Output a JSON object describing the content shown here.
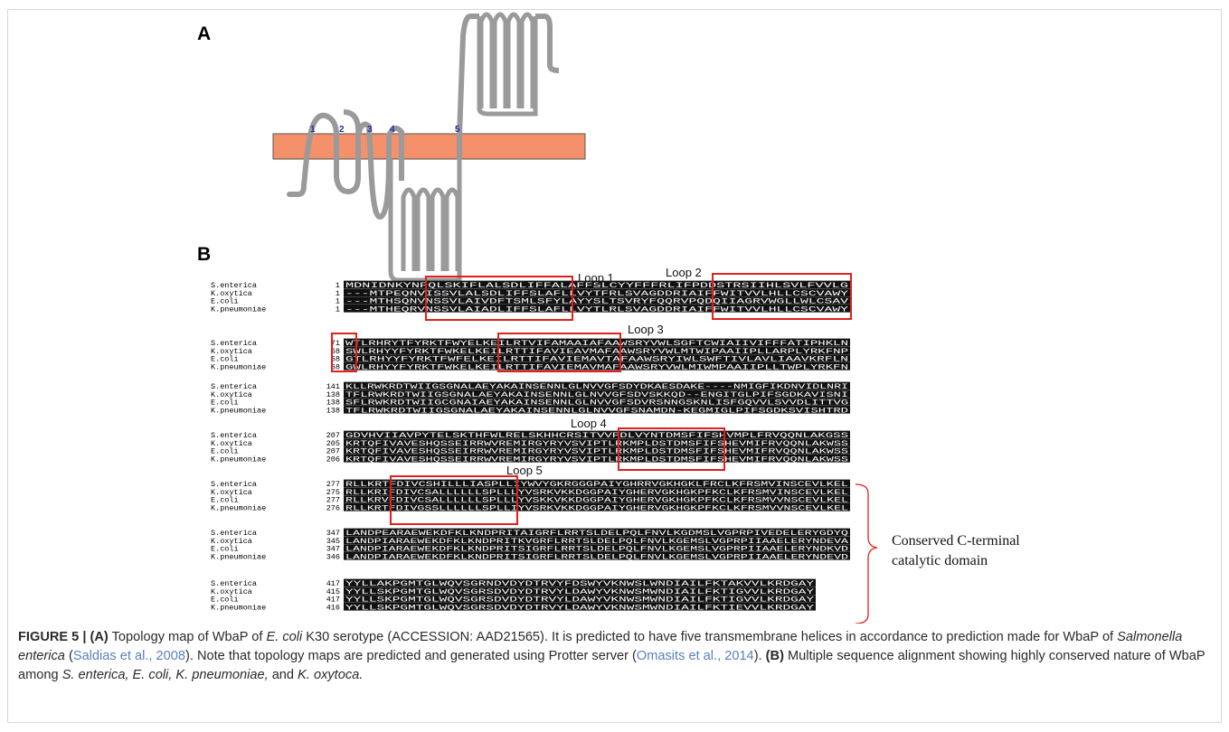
{
  "panel_a": {
    "label": "A",
    "helix_numbers": [
      "1",
      "2",
      "3",
      "4",
      "5"
    ]
  },
  "panel_b": {
    "label": "B",
    "species": [
      "S.enterica",
      "K.oxytica",
      "E.coli",
      "K.pneumoniae"
    ],
    "blocks": [
      {
        "starts": [
          "1",
          "1",
          "1",
          "1"
        ],
        "rows": [
          "MDNIDNKYNPQLSKIFLALSDLIFFALAFFSLCYYFFFRLIFPDDSTRSIIHLSVLFVVLG",
          "---MTPEQNVISSVLALSDLIFFSLAFLLVYTFRLSVAGDDRIAIFFWITVVLHLLCSCVAWY",
          "---MTHSQNVNSSVLAIVDFTSMLSFYLAYYSLTSVRYFQQRVPQDQIIAGRVWGLLWLCSAV",
          "---MTHEQRVNSSVLAIADLIFFSLAFLLVYTLRLSVAGDDRIAIFFWITVVLHLLCSCVAWY"
        ]
      },
      {
        "starts": [
          "71",
          "68",
          "68",
          "68"
        ],
        "rows": [
          "WTLRHRYTFYRKTFWYELKEILRTVIFAMAAIAFAAWSRYVWLSGFTCWIAIIVIFFFATIPHKLN",
          "SWLRHYYFYRKTFWKELKEILRTTIFAVIEAVMAFAAWSRYVWLMTWIPAAIIPLLARPLYRKFNP",
          "GTLRHYYFYRKTFWFELKEILRTTIFAVIEMAVTAFAAWSRYIWLSWFTIVLAVLIAAVKRFLN",
          "GWLRHYYFYRKTFWKELKEILRTTIFAVIEMAVMAFAAWSRYVWLMIWMPAAIIPLLTWPLYRKFN"
        ]
      },
      {
        "starts": [
          "141",
          "138",
          "138",
          "138"
        ],
        "rows": [
          "KLLRWKRDTWIIGSGNALAEYAKAINSENNLGLNVVGFSDYDKAESDAKE----NMIGFIKDNVIDLNRI",
          "TFLRWKRDTWIIGSGNALAEYAKAINSENNLGLNVVGFSDVSKKQD--ENGITGLPIFSGDKAVISNI",
          "SFLRWKRDTWIIGCGNAIAEYAKAINSENNLGLNVVGFSDVRSNNGSKNLISFGQVVLSVVDLITTVG",
          "TFLRWKRDTWIIGSGNALAEYAKAINSENNLGLNVVGFSNAMDN-KEGMIGLPIFSGDKSVISHTRD"
        ]
      },
      {
        "starts": [
          "207",
          "205",
          "207",
          "206"
        ],
        "rows": [
          "GDVHVIIAVPYTELSKTHFWLRELSKHHCRSITVVPDLVYNTDMSFIFSHVMPLFRVQQNLAKGSS",
          "KRTQFIVAVESHQSSEIRRWVREMIRGYRYVSVIPTLRKMPLDSTDMSFIFSHEVMIFRVQQNLAKWSS",
          "KRTQFIVAVESHQSSEIRRWVREMIRGYRYVSVIPTLRKMPLDSTDMSFIFSHEVMIFRVQQNLAKWSS",
          "KRTQFIVAVESHQSSEIRRWVREMIRGYRYVSVIPTLRKMPLDSTDMSFIFSHEVMIFRVQQNLAKWSS"
        ]
      },
      {
        "starts": [
          "277",
          "275",
          "277",
          "276"
        ],
        "rows": [
          "RLLKRTFDIVCSHILLLIASPLLIYWVYGKRGGGPAIYGHRRVGKHGKLFRCLKFRSMVINSCEVLKEL",
          "RLLKRIFDIVCSALLLLLLSPLLLYVSRKVKKDGGPAIYGHERVGKHGKPFKCLKFRSMVINSCEVLKEL",
          "RLLKRVFDIVCSALLLLLLSPLLLYVSKKVKKDGGPAIYGHERVGKHGKPFKCLKFRSMVVNSCEVLKEL",
          "RLLKRTFDIVGSSLLLLLLSPLLIYVSRKVKKDGGPAIYGHERVGKHGKPFKCLKFRSMVVNSCEVLKEL"
        ]
      },
      {
        "starts": [
          "347",
          "345",
          "347",
          "346"
        ],
        "rows": [
          "LANDPEARAEWEKDFKLKNDPRITAIGRFLRRTSLDELPQLFNVLKGDMSLVGPRPIVEDELERYGDYQ",
          "LANDPIARAEWEKDFKLKNDPRITKVGRFLRRTSLDELPQLFNVLKGEMSLVGPRPIIAAELERYNDEVA",
          "LANDPIARAEWEKDFKLKNDPRITSIGRFLRRTSLDELPQLFNVLKGEMSLVGPRPIIAAELERYNDKVD",
          "LANDPIARAEWEKDFKLKNDPRITSIGRFLRRTSLDELPQLFNVLKGEMSLVGPRPIIAAELERYNDEVD"
        ]
      },
      {
        "starts": [
          "417",
          "415",
          "417",
          "416"
        ],
        "rows": [
          "YYLLAKPGMTGLWQVSGRNDVDYDTRVYFDSWYVKNWSLWNDIAILFKTAKVVLKRDGAY",
          "YYLLSKPGMTGLWQVSGRSDVDYDTRVYLDAWYVKNWSMWNDIAILFKTIGVVLKRDGAY",
          "YYLLSKPGMTGLWQVSGRSDVDYDTRVYLDAWYVKNWSMWNDIAILFKTIGVVLKRDGAY",
          "YYLLSKPGMTGLWQVSGRSDVDYDTRVYLDAWYVKNWSMWNDIAILFKTIEVVLKRDGAY"
        ]
      }
    ],
    "loop_labels": [
      "Loop 1",
      "Loop 2",
      "Loop 3",
      "Loop 4",
      "Loop 5"
    ],
    "domain_note": [
      "Conserved C-terminal",
      "catalytic domain"
    ]
  },
  "caption": {
    "figure_label": "FIGURE 5 |",
    "a_label": "(A)",
    "t1": " Topology map of WbaP of ",
    "i1": "E. coli",
    "t2": " K30 serotype (ACCESSION: AAD21565). It is predicted to have five transmembrane helices in accordance to prediction made for WbaP of ",
    "i2": "Salmonella enterica",
    "t3": " (",
    "ref1": "Saldias et al., 2008",
    "t4": "). Note that topology maps are predicted and generated using Protter server (",
    "ref2": "Omasits et al., 2014",
    "t5": "). ",
    "b_label": "(B)",
    "t6": " Multiple sequence alignment showing highly conserved nature of WbaP among ",
    "i3": "S. enterica, E. coli, K. pneumoniae,",
    "t7": " and ",
    "i4": "K. oxytoca."
  }
}
